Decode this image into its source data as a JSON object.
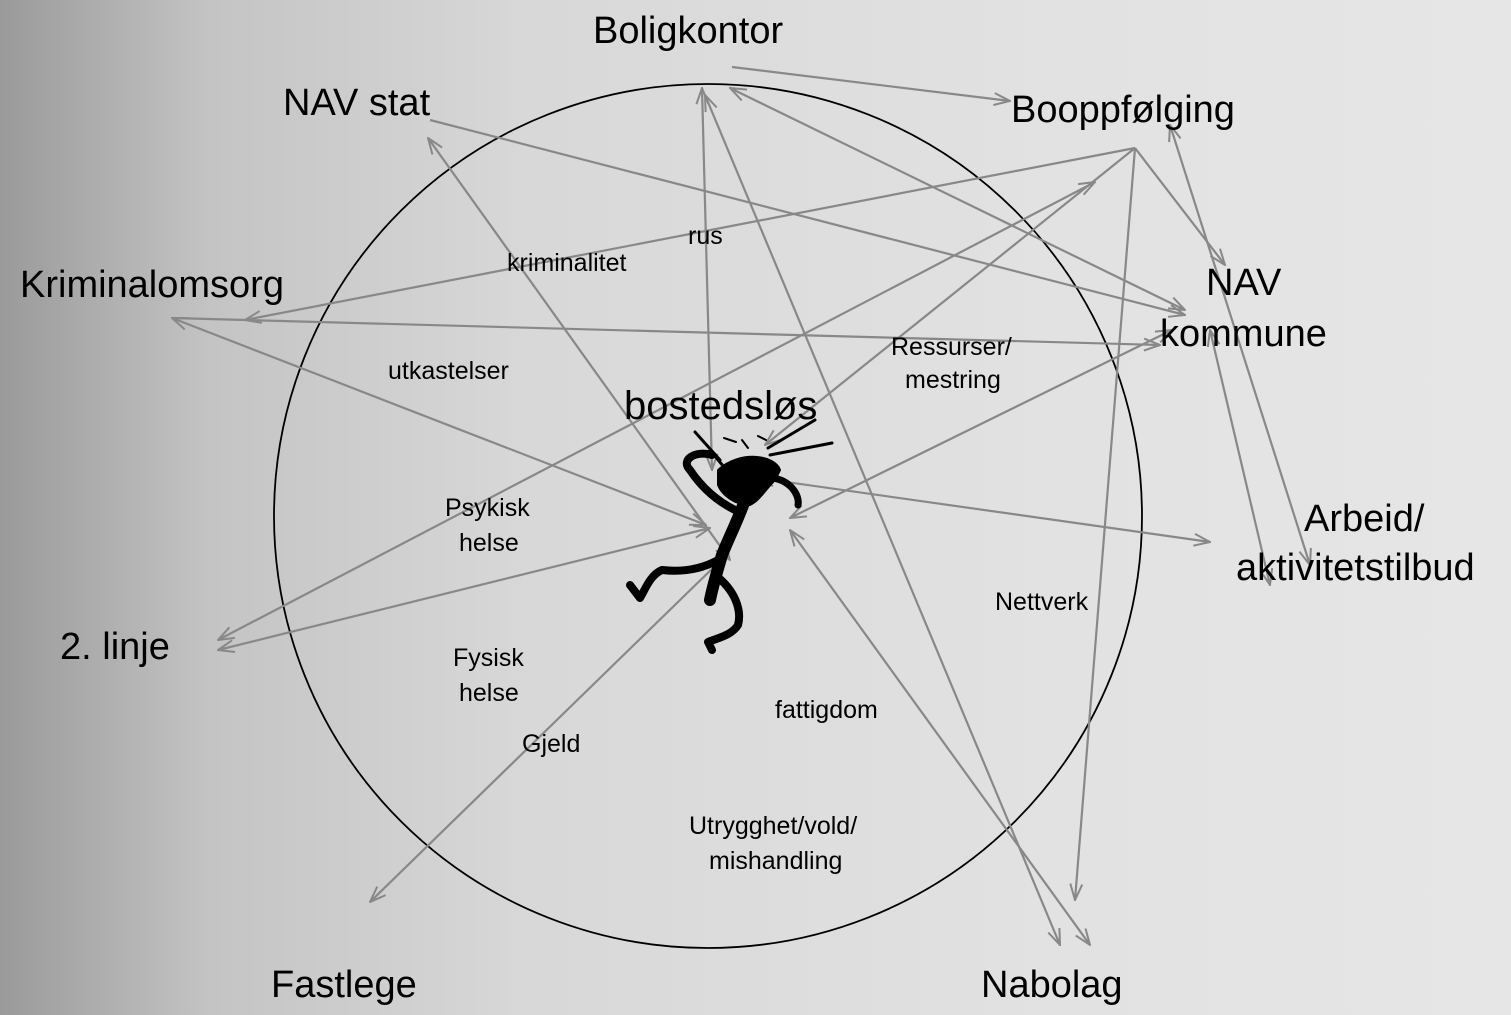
{
  "center": {
    "label": "bostedsløs"
  },
  "actors": {
    "boligkontor": "Boligkontor",
    "nav_stat": "NAV stat",
    "booppfolging": "Booppfølging",
    "kriminalomsorg": "Kriminalomsorg",
    "nav_kommune_line1": "NAV",
    "nav_kommune_line2": "kommune",
    "arbeid_line1": "Arbeid/",
    "arbeid_line2": "aktivitetstilbud",
    "andre_linje": "2. linje",
    "fastlege": "Fastlege",
    "nabolag": "Nabolag"
  },
  "issues": {
    "rus": "rus",
    "kriminalitet": "kriminalitet",
    "utkastelser": "utkastelser",
    "ressurser_line1": "Ressurser/",
    "ressurser_line2": "mestring",
    "psykisk_line1": "Psykisk",
    "psykisk_line2": "helse",
    "nettverk": "Nettverk",
    "fysisk_line1": "Fysisk",
    "fysisk_line2": "helse",
    "fattigdom": "fattigdom",
    "gjeld": "Gjeld",
    "utrygghet_line1": "Utrygghet/vold/",
    "utrygghet_line2": "mishandling"
  },
  "colors": {
    "arrow": "#888888",
    "circle": "#000000",
    "figure": "#000000"
  }
}
